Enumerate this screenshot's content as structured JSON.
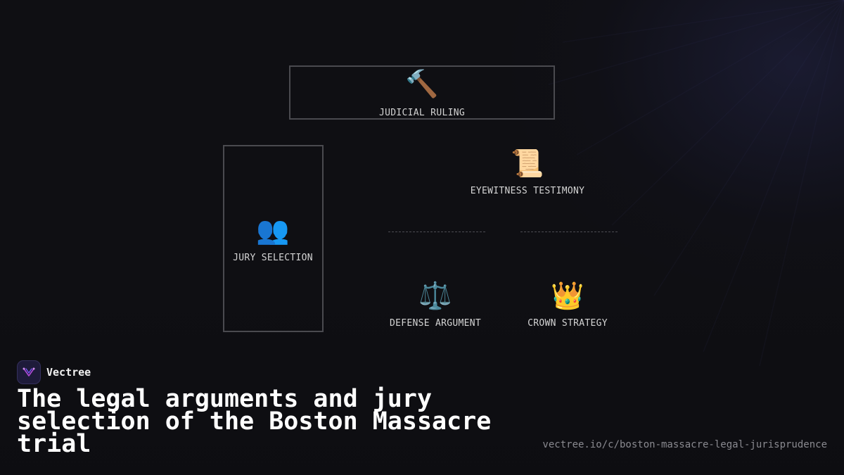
{
  "diagram": {
    "nodes": {
      "judicial_ruling": {
        "icon": "gavel-icon",
        "glyph": "🔨",
        "label": "JUDICIAL RULING"
      },
      "jury_selection": {
        "icon": "people-icon",
        "glyph": "👥",
        "label": "JURY SELECTION"
      },
      "eyewitness_testimony": {
        "icon": "scroll-icon",
        "glyph": "📜",
        "label": "EYEWITNESS TESTIMONY"
      },
      "defense_argument": {
        "icon": "scales-icon",
        "glyph": "⚖️",
        "label": "DEFENSE ARGUMENT"
      },
      "crown_strategy": {
        "icon": "crown-icon",
        "glyph": "👑",
        "label": "CROWN STRATEGY"
      }
    }
  },
  "brand": {
    "name": "Vectree",
    "logo_icon": "vectree-logo-icon",
    "accent_color": "#b04ad8"
  },
  "footer": {
    "title": "The legal arguments and jury selection of the Boston Massacre trial",
    "url": "vectree.io/c/boston-massacre-legal-jurisprudence"
  },
  "colors": {
    "background": "#0f0f13",
    "box_border": "#4a4a4f",
    "text": "#d4d4d4"
  }
}
